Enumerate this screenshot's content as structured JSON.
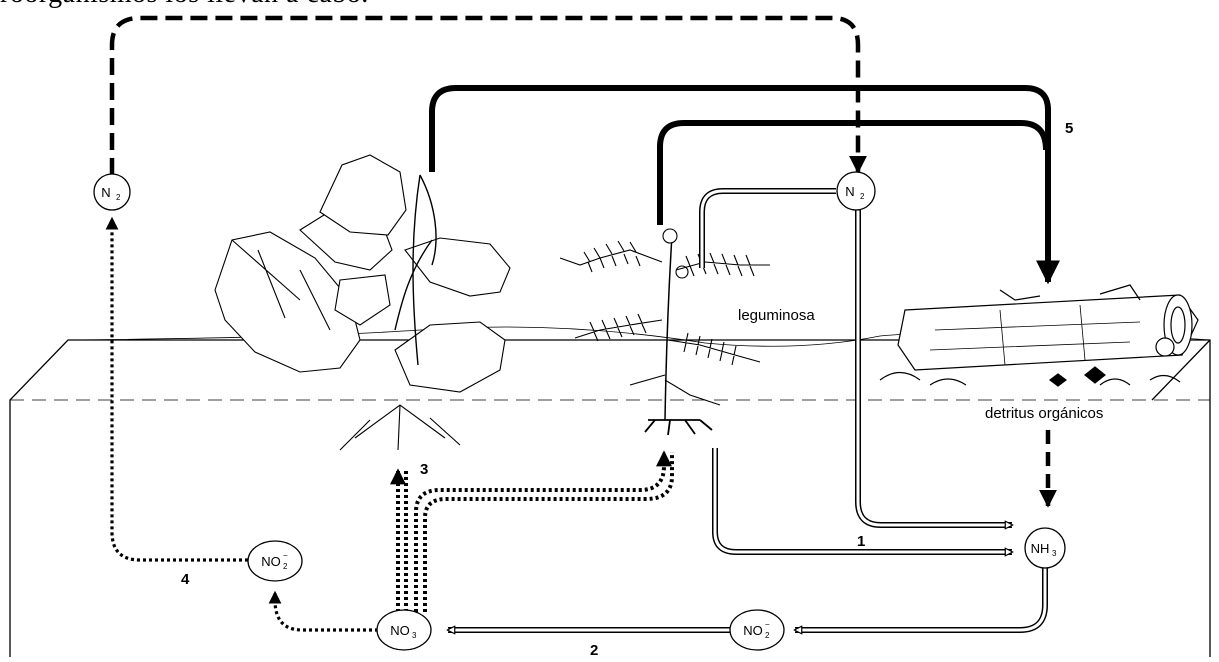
{
  "caption": "roorganismos los llevan a cabo.",
  "nodes": {
    "n2_left": {
      "base": "N",
      "sub": "2",
      "sup": ""
    },
    "n2_right": {
      "base": "N",
      "sub": "2",
      "sup": ""
    },
    "nh3": {
      "base": "NH",
      "sub": "3",
      "sup": ""
    },
    "no2_left": {
      "base": "NO",
      "sub": "2",
      "sup": "−"
    },
    "no2_right": {
      "base": "NO",
      "sub": "2",
      "sup": "−"
    },
    "no3": {
      "base": "NO",
      "sub": "3",
      "sup": ""
    }
  },
  "labels": {
    "leguminosa": "leguminosa",
    "detritus": "detritus orgánicos"
  },
  "steps": {
    "s1": "1",
    "s2": "2",
    "s3": "3",
    "s4": "4",
    "s5": "5"
  },
  "icons": [
    "strawberry-plant-icon",
    "legume-plant-icon",
    "log-detritus-icon"
  ]
}
